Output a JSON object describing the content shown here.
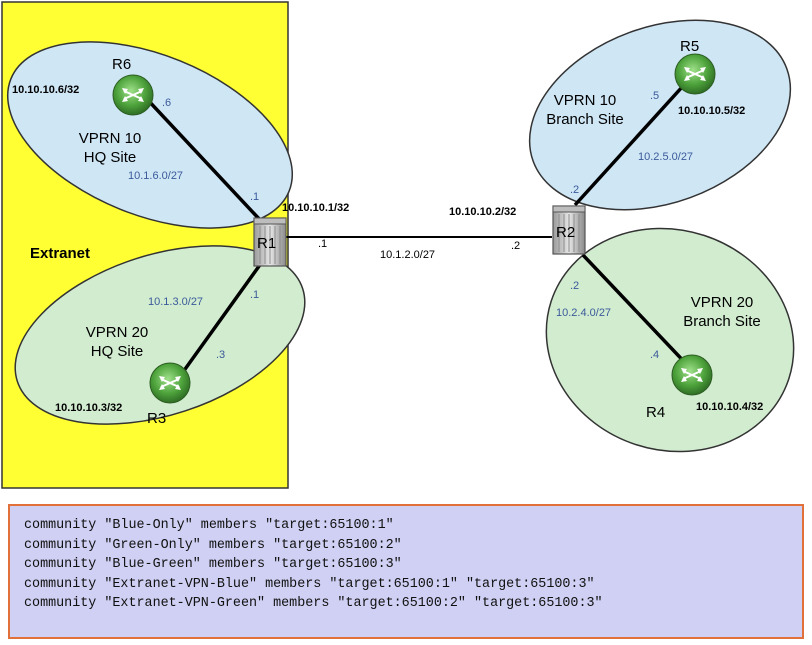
{
  "extranet": {
    "label": "Extranet"
  },
  "sites": {
    "hq_vprn10": {
      "line1": "VPRN 10",
      "line2": "HQ Site"
    },
    "hq_vprn20": {
      "line1": "VPRN 20",
      "line2": "HQ Site"
    },
    "br_vprn10": {
      "line1": "VPRN 10",
      "line2": "Branch Site"
    },
    "br_vprn20": {
      "line1": "VPRN 20",
      "line2": "Branch Site"
    }
  },
  "routers": {
    "r1": {
      "name": "R1",
      "loopback": "10.10.10.1/32"
    },
    "r2": {
      "name": "R2",
      "loopback": "10.10.10.2/32"
    },
    "r3": {
      "name": "R3",
      "loopback": "10.10.10.3/32"
    },
    "r4": {
      "name": "R4",
      "loopback": "10.10.10.4/32"
    },
    "r5": {
      "name": "R5",
      "loopback": "10.10.10.5/32"
    },
    "r6": {
      "name": "R6",
      "loopback": "10.10.10.6/32"
    }
  },
  "links": {
    "r1_r6": {
      "subnet": "10.1.6.0/27",
      "near": ".1",
      "far": ".6"
    },
    "r1_r3": {
      "subnet": "10.1.3.0/27",
      "near": ".1",
      "far": ".3"
    },
    "r1_r2": {
      "subnet": "10.1.2.0/27",
      "near": ".1",
      "far": ".2"
    },
    "r2_r5": {
      "subnet": "10.2.5.0/27",
      "near": ".2",
      "far": ".5"
    },
    "r2_r4": {
      "subnet": "10.2.4.0/27",
      "near": ".2",
      "far": ".4"
    }
  },
  "colors": {
    "extranet_fill": "#ffff33",
    "blue_site": "#cfe6f5",
    "green_site": "#d2ecd0",
    "config_bg": "#cfd0f3",
    "config_border": "#e2703a"
  },
  "config": {
    "lines": [
      "community \"Blue-Only\" members \"target:65100:1\"",
      "community \"Green-Only\" members \"target:65100:2\"",
      "community \"Blue-Green\" members \"target:65100:3\"",
      "community \"Extranet-VPN-Blue\" members \"target:65100:1\" \"target:65100:3\"",
      "community \"Extranet-VPN-Green\" members \"target:65100:2\" \"target:65100:3\""
    ]
  }
}
